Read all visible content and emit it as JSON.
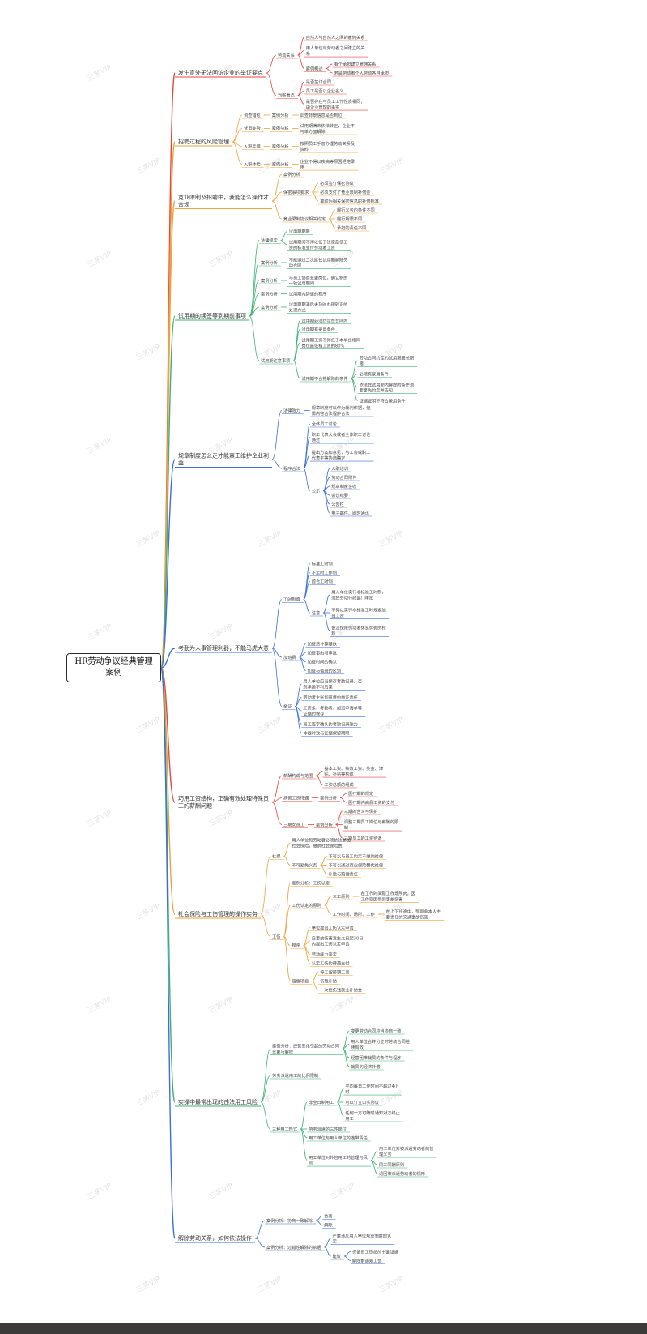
{
  "root": {
    "title_line1": "HR劳动争议经典管理",
    "title_line2": "案例"
  },
  "watermark": "三茅VIP",
  "colors": {
    "red": "#e8453c",
    "orange": "#f0a13a",
    "green": "#3cb371",
    "blue": "#3c6fd8",
    "dark": "#333333"
  },
  "topics": [
    {
      "label": "发生意外无法回访企业的举证要点",
      "color": "red",
      "children": [
        {
          "label": "劳动关系",
          "children": [
            {
              "label": "自然人与自然人之间的雇佣关系"
            },
            {
              "label": "用人单位与劳动者之间建立的关系"
            },
            {
              "label": "雇佣概述",
              "children": [
                {
                  "label": "有个承担建立雇佣关系"
                },
                {
                  "label": "若是劳动者个人劳动各自承担"
                }
              ]
            }
          ]
        },
        {
          "label": "判断看点",
          "children": [
            {
              "label": "是否签订合同"
            },
            {
              "label": "员工是否以企业名义"
            },
            {
              "label": "是否存在与员工工作性质相同，由企业管理的事实"
            }
          ]
        }
      ]
    },
    {
      "label": "招聘过程的风险管理",
      "color": "orange",
      "children": [
        {
          "label": "调查错位",
          "children": [
            {
              "label": "案例分析",
              "children": [
                {
                  "label": "调查背景信息是否到位"
                }
              ]
            }
          ]
        },
        {
          "label": "试用失效",
          "children": [
            {
              "label": "案例分析",
              "children": [
                {
                  "label": "试用期满未依法转正，企业不可单方面解除"
                }
              ]
            }
          ]
        },
        {
          "label": "入职手续",
          "children": [
            {
              "label": "案例分析",
              "children": [
                {
                  "label": "按照员工手册办理劳动关系及资料"
                }
              ]
            }
          ]
        },
        {
          "label": "入职体检",
          "children": [
            {
              "label": "案例分析",
              "children": [
                {
                  "label": "企业不得以疾病等原因拒绝录用"
                }
              ]
            }
          ]
        }
      ]
    },
    {
      "label": "竞业限制及招聘中，我能怎么操作才合规",
      "color": "orange",
      "children": [
        {
          "label": "案例分析"
        },
        {
          "label": "保密事项要求",
          "children": [
            {
              "label": "必须签订保密协议"
            },
            {
              "label": "必须支付了竞业限制补偿金"
            },
            {
              "label": "离职后相关保密信息的补偿标准"
            }
          ]
        },
        {
          "label": "竞业限制协议相关约定",
          "children": [
            {
              "label": "履行义务的条件不同"
            },
            {
              "label": "履行期限不同"
            },
            {
              "label": "承担的责任不同"
            }
          ]
        }
      ]
    },
    {
      "label": "试用期的续签等到期前事项",
      "color": "green",
      "children": [
        {
          "label": "法律规定",
          "children": [
            {
              "label": "试用期期限"
            },
            {
              "label": "试用期间不得以低于法定最低工资的标准支付劳动者工资"
            }
          ]
        },
        {
          "label": "案例分析",
          "children": [
            {
              "label": "不能通过二次延长试用期解除劳动合同"
            }
          ]
        },
        {
          "label": "案例分析",
          "children": [
            {
              "label": "与员工协商变更岗位，确认新的一轮试用期间"
            }
          ]
        },
        {
          "label": "案例分析",
          "children": [
            {
              "label": "试用期内辞退的程序"
            }
          ]
        },
        {
          "label": "案例分析",
          "children": [
            {
              "label": "试用期期满后未及时办理转正的处理方式"
            }
          ]
        },
        {
          "label": "试用期注意事项",
          "children": [
            {
              "label": "试用期必须约定在合同内"
            },
            {
              "label": "试用期有录用条件"
            },
            {
              "label": "试用期工资不得低于本单位相同岗位最低档工资的80%"
            },
            {
              "label": "试用期不合格解除的条件",
              "children": [
                {
                  "label": "劳动合同约定的试用期最长期限"
                },
                {
                  "label": "必须有录用条件"
                },
                {
                  "label": "依法在试用期内解除的条件须要事先约定并告知"
                },
                {
                  "label": "证据证明不符合录用条件"
                }
              ]
            }
          ]
        }
      ]
    },
    {
      "label": "规章制度怎么走才能真正维护企业利益",
      "color": "blue",
      "children": [
        {
          "label": "法律效力",
          "children": [
            {
              "label": "规章制度可以作为裁判依据，但需内容合法程序合法"
            }
          ]
        },
        {
          "label": "程序合法",
          "children": [
            {
              "label": "全体员工讨论"
            },
            {
              "label": "职工代表大会或者全体职工讨论通过"
            },
            {
              "label": "提出方案和意见，与工会或职工代表平等协商确定"
            },
            {
              "label": "公示",
              "children": [
                {
                  "label": "入职培训"
                },
                {
                  "label": "劳动合同附件"
                },
                {
                  "label": "规章制度签收"
                },
                {
                  "label": "会议纪要"
                },
                {
                  "label": "公告栏"
                },
                {
                  "label": "电子邮件、即时通讯"
                }
              ]
            }
          ]
        }
      ]
    },
    {
      "label": "考勤为人事管理利器，不能马虎大意",
      "color": "blue",
      "children": [
        {
          "label": "工时制度",
          "children": [
            {
              "label": "标准工时制"
            },
            {
              "label": "不定时工作制"
            },
            {
              "label": "综合工时制"
            },
            {
              "label": "注意",
              "children": [
                {
                  "label": "用人单位实行非标准工时制，须经劳动行政部门审批"
                },
                {
                  "label": "不得以实行非标准工时规避加班工资"
                },
                {
                  "label": "依法保障劳动者休息休假的权利"
                }
              ]
            }
          ]
        },
        {
          "label": "加班费",
          "children": [
            {
              "label": "加班费计算基数"
            },
            {
              "label": "加班事由与审批"
            },
            {
              "label": "加班时间的确认"
            },
            {
              "label": "加班与值班的区别"
            }
          ]
        },
        {
          "label": "举证",
          "children": [
            {
              "label": "用人单位应当保存考勤记录，否则承担不利后果"
            },
            {
              "label": "劳动者主张加班费的举证责任"
            },
            {
              "label": "工资条、考勤表、加班申请单等证据的保存"
            },
            {
              "label": "员工签字确认的考勤记录效力"
            },
            {
              "label": "仲裁时效与证据保留期限"
            }
          ]
        }
      ]
    },
    {
      "label": "巧用工资结构，正确有效处理特殊员工的薪酬问题",
      "color": "red",
      "children": [
        {
          "label": "薪酬构成与范围",
          "children": [
            {
              "label": "基本工资、绩效工资、奖金、津贴、补贴等构成"
            },
            {
              "label": "工资总额的组成"
            }
          ]
        },
        {
          "label": "病假工资待遇",
          "children": [
            {
              "label": "案例分析",
              "children": [
                {
                  "label": "医疗期的规定"
                },
                {
                  "label": "医疗期内病假工资的支付"
                }
              ]
            }
          ]
        },
        {
          "label": "三期女员工",
          "children": [
            {
              "label": "案例分析",
              "children": [
                {
                  "label": "三期的含义与保护"
                },
                {
                  "label": "调整三期员工岗位与薪酬的限制"
                },
                {
                  "label": "三期员工的工资待遇"
                }
              ]
            }
          ]
        }
      ]
    },
    {
      "label": "社会保险与工伤管理的操作实务",
      "color": "orange",
      "children": [
        {
          "label": "社保",
          "children": [
            {
              "label": "用人单位和劳动者必须依法参加社会保险，缴纳社会保险费"
            },
            {
              "label": "不可豁免义务",
              "children": [
                {
                  "label": "不可以与员工约定不缴纳社保"
                },
                {
                  "label": "不可以通过商业保险替代社保"
                },
                {
                  "label": "补缴与赔偿责任"
                }
              ]
            }
          ]
        },
        {
          "label": "工伤",
          "children": [
            {
              "label": "案例分析：工伤认定"
            },
            {
              "label": "工伤认定的原则",
              "children": [
                {
                  "label": "三工原则",
                  "children": [
                    {
                      "label": "在工作时间和工作场所内，因工作原因受到事故伤害"
                    }
                  ]
                },
                {
                  "label": "工作时间、场所、工作",
                  "children": [
                    {
                      "label": "在上下班途中，受到非本人主要责任的交通事故伤害"
                    }
                  ]
                }
              ]
            },
            {
              "label": "程序",
              "children": [
                {
                  "label": "单位提出工伤认定申请"
                },
                {
                  "label": "自事故伤害发生之日起30日内提出工伤认定申请"
                },
                {
                  "label": "劳动能力鉴定"
                },
                {
                  "label": "认定工伤的待遇支付"
                }
              ]
            },
            {
              "label": "赔偿项目",
              "children": [
                {
                  "label": "停工留薪期工资"
                },
                {
                  "label": "伤残补助"
                },
                {
                  "label": "一次性伤残就业补助金"
                }
              ]
            }
          ]
        }
      ]
    },
    {
      "label": "实操中最常出现的违法用工风险",
      "color": "green",
      "children": [
        {
          "label": "案例分析：经营变化引起的劳动合同变更与解除",
          "children": [
            {
              "label": "变更劳动合同应当协商一致"
            },
            {
              "label": "用人单位合并分立时劳动合同继续有效"
            },
            {
              "label": "经营困难裁员的条件与程序"
            },
            {
              "label": "裁员的经济补偿"
            }
          ]
        },
        {
          "label": "劳务派遣用工的比例限制"
        },
        {
          "label": "三种用工形式",
          "children": [
            {
              "label": "非全日制用工",
              "children": [
                {
                  "label": "平均每日工作时间不超过4小时"
                },
                {
                  "label": "可以订立口头协议"
                },
                {
                  "label": "任何一方可随时通知对方终止用工"
                }
              ]
            },
            {
              "label": "劳务派遣的三性岗位"
            },
            {
              "label": "用工单位与用人单位的连带责任"
            },
            {
              "label": "用工单位对外包用工的管理与风险",
              "children": [
                {
                  "label": "用工单位对被派遣劳动者的管理义务"
                },
                {
                  "label": "同工同酬原则"
                },
                {
                  "label": "退回被派遣劳动者的情形"
                }
              ]
            }
          ]
        }
      ]
    },
    {
      "label": "解除劳动关系，如何依法操作",
      "color": "blue",
      "children": [
        {
          "label": "案例分析：协商一致解除",
          "children": [
            {
              "label": "协商"
            },
            {
              "label": "解除"
            }
          ]
        },
        {
          "label": "案例分析：过错性解除的依据",
          "children": [
            {
              "label": "严重违反用人单位规章制度的认定"
            },
            {
              "label": "建议",
              "children": [
                {
                  "label": "保留员工违纪的书面证据"
                },
                {
                  "label": "解除前通知工会"
                }
              ]
            }
          ]
        }
      ]
    }
  ]
}
